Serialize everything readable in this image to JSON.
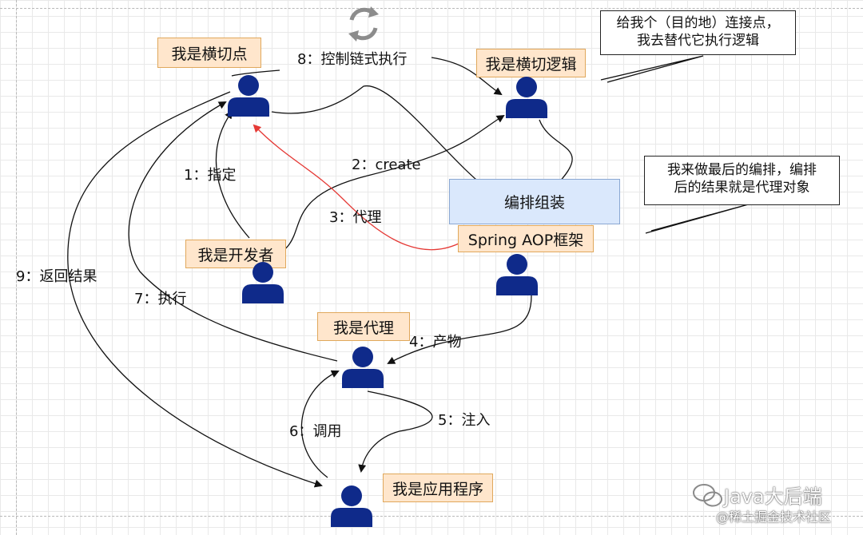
{
  "nodes": {
    "crosscut_point": "我是横切点",
    "crosscut_logic": "我是横切逻辑",
    "orchestrate": "编排组装",
    "framework": "Spring AOP框架",
    "developer": "我是开发者",
    "proxy": "我是代理",
    "app": "我是应用程序"
  },
  "callouts": {
    "top": "给我个（目的地）连接点，\n我去替代它执行逻辑",
    "right": "我来做最后的编排，编排\n后的结果就是代理对象"
  },
  "edges": {
    "e1": "1：指定",
    "e2": "2：create",
    "e3": "3：代理",
    "e4": "4：产物",
    "e5": "5：注入",
    "e6": "6：调用",
    "e7": "7：执行",
    "e8": "8：控制链式执行",
    "e9": "9：返回结果"
  },
  "watermark": {
    "brand": "Java大后端",
    "community": "@稀土掘金技术社区"
  },
  "colors": {
    "person": "#0f2a8a",
    "orange_fill": "#ffe6cc",
    "blue_fill": "#dae8fc",
    "proxy_arrow": "#e53935"
  }
}
